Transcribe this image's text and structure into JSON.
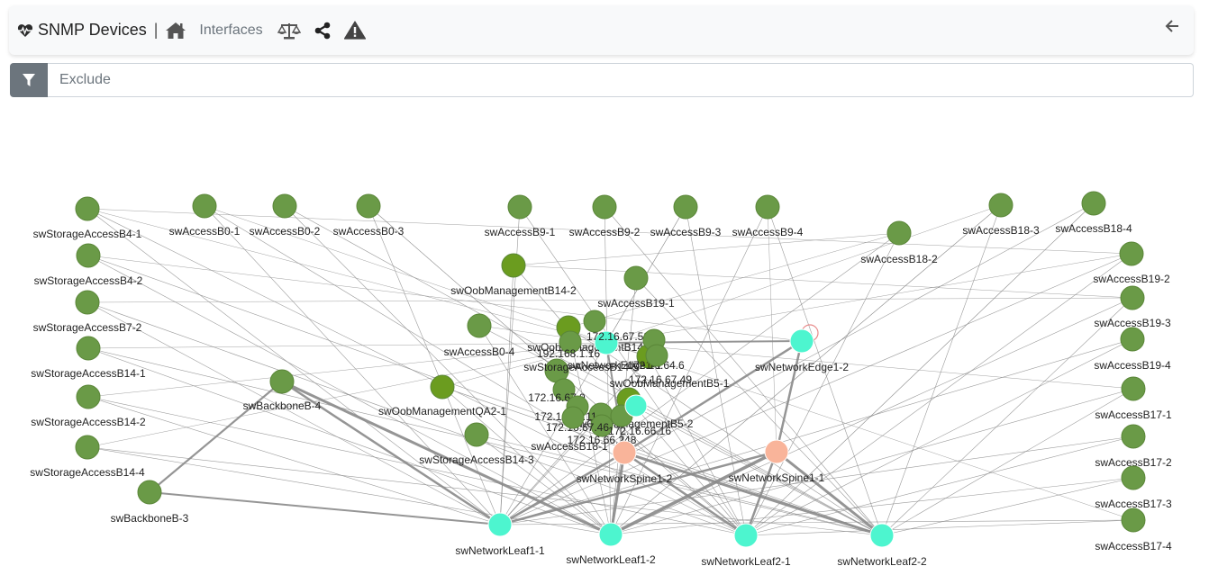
{
  "header": {
    "title": "SNMP Devices",
    "separator": "|",
    "interfaces_label": "Interfaces"
  },
  "filter": {
    "placeholder": "Exclude"
  },
  "colors": {
    "access": "#6a9a47",
    "oob": "#6b9c1f",
    "leaf": "#4df5cf",
    "spine": "#f9b49a",
    "edge": "#4df5cf",
    "link": "#8a8a8a"
  },
  "graph": {
    "nodes": [
      {
        "id": "swStorageAccessB4-1",
        "label": "swStorageAccessB4-1",
        "type": "access"
      },
      {
        "id": "swStorageAccessB4-2",
        "label": "swStorageAccessB4-2",
        "type": "access"
      },
      {
        "id": "swStorageAccessB7-2",
        "label": "swStorageAccessB7-2",
        "type": "access"
      },
      {
        "id": "swStorageAccessB14-1",
        "label": "swStorageAccessB14-1",
        "type": "access"
      },
      {
        "id": "swStorageAccessB14-2",
        "label": "swStorageAccessB14-2",
        "type": "access"
      },
      {
        "id": "swStorageAccessB14-4",
        "label": "swStorageAccessB14-4",
        "type": "access"
      },
      {
        "id": "swBackboneB-3",
        "label": "swBackboneB-3",
        "type": "access"
      },
      {
        "id": "swBackboneB-4",
        "label": "swBackboneB-4",
        "type": "access"
      },
      {
        "id": "swAccessB0-1",
        "label": "swAccessB0-1",
        "type": "access"
      },
      {
        "id": "swAccessB0-2",
        "label": "swAccessB0-2",
        "type": "access"
      },
      {
        "id": "swAccessB0-3",
        "label": "swAccessB0-3",
        "type": "access"
      },
      {
        "id": "swAccessB0-4",
        "label": "swAccessB0-4",
        "type": "access"
      },
      {
        "id": "swAccessB9-1",
        "label": "swAccessB9-1",
        "type": "access"
      },
      {
        "id": "swAccessB9-2",
        "label": "swAccessB9-2",
        "type": "access"
      },
      {
        "id": "swAccessB9-3",
        "label": "swAccessB9-3",
        "type": "access"
      },
      {
        "id": "swAccessB9-4",
        "label": "swAccessB9-4",
        "type": "access"
      },
      {
        "id": "swAccessB18-2",
        "label": "swAccessB18-2",
        "type": "access"
      },
      {
        "id": "swAccessB18-3",
        "label": "swAccessB18-3",
        "type": "access"
      },
      {
        "id": "swAccessB18-4",
        "label": "swAccessB18-4",
        "type": "access"
      },
      {
        "id": "swAccessB19-1",
        "label": "swAccessB19-1",
        "type": "access"
      },
      {
        "id": "swAccessB19-2",
        "label": "swAccessB19-2",
        "type": "access"
      },
      {
        "id": "swAccessB19-3",
        "label": "swAccessB19-3",
        "type": "access"
      },
      {
        "id": "swAccessB19-4",
        "label": "swAccessB19-4",
        "type": "access"
      },
      {
        "id": "swAccessB17-1",
        "label": "swAccessB17-1",
        "type": "access"
      },
      {
        "id": "swAccessB17-2",
        "label": "swAccessB17-2",
        "type": "access"
      },
      {
        "id": "swAccessB17-3",
        "label": "swAccessB17-3",
        "type": "access"
      },
      {
        "id": "swAccessB17-4",
        "label": "swAccessB17-4",
        "type": "access"
      },
      {
        "id": "swAccessB18-1",
        "label": "swAccessB18-1",
        "type": "access"
      },
      {
        "id": "swStorageAccessB14-3",
        "label": "swStorageAccessB14-3",
        "type": "access"
      },
      {
        "id": "swOobManagementB14-2",
        "label": "swOobManagementB14-2",
        "type": "oob"
      },
      {
        "id": "swOobManagementQA2-1",
        "label": "swOobManagementQA2-1",
        "type": "oob"
      },
      {
        "id": "swOobManagementB14-1",
        "label": "swOobManagementB14-1",
        "type": "oob"
      },
      {
        "id": "swOobManagementB5-1",
        "label": "swOobManagementB5-1",
        "type": "oob"
      },
      {
        "id": "swOobManagementB5-2",
        "label": "swOobManagementB5-2",
        "type": "oob"
      },
      {
        "id": "swStorageAccessB14-5",
        "label": "swStorageAccessB14-5",
        "type": "access"
      },
      {
        "id": "swNetworkEdge1-1",
        "label": "swNetworkEdge1-1",
        "type": "edge"
      },
      {
        "id": "ip-172.16.67.52",
        "label": "172.16.67.52",
        "type": "access"
      },
      {
        "id": "ip-192.168.1.16",
        "label": "192.168.1.16",
        "type": "access"
      },
      {
        "id": "ip-172.16.64.6",
        "label": "172.16.64.6",
        "type": "access"
      },
      {
        "id": "ip-172.16.67.49",
        "label": "172.16.67.49",
        "type": "access"
      },
      {
        "id": "ip-172.16.67.9",
        "label": "172.16.67.9",
        "type": "access"
      },
      {
        "id": "ip-172.16.67.11",
        "label": "172.16.67.11",
        "type": "access"
      },
      {
        "id": "ip-172.16.67.46",
        "label": "172.16.67.46",
        "type": "access"
      },
      {
        "id": "ip-172.16.66.16",
        "label": "172.16.66.16",
        "type": "access"
      },
      {
        "id": "ip-172.16.66.248",
        "label": "172.16.66.248",
        "type": "access"
      },
      {
        "id": "swNetworkEdge1-2",
        "label": "swNetworkEdge1-2",
        "type": "edge"
      },
      {
        "id": "swNetworkSpine1-1",
        "label": "swNetworkSpine1-1",
        "type": "spine"
      },
      {
        "id": "swNetworkSpine1-2",
        "label": "swNetworkSpine1-2",
        "type": "spine"
      },
      {
        "id": "swNetworkLeaf1-1",
        "label": "swNetworkLeaf1-1",
        "type": "leaf"
      },
      {
        "id": "swNetworkLeaf1-2",
        "label": "swNetworkLeaf1-2",
        "type": "leaf"
      },
      {
        "id": "swNetworkLeaf2-1",
        "label": "swNetworkLeaf2-1",
        "type": "leaf"
      },
      {
        "id": "swNetworkLeaf2-2",
        "label": "swNetworkLeaf2-2",
        "type": "leaf"
      }
    ]
  }
}
